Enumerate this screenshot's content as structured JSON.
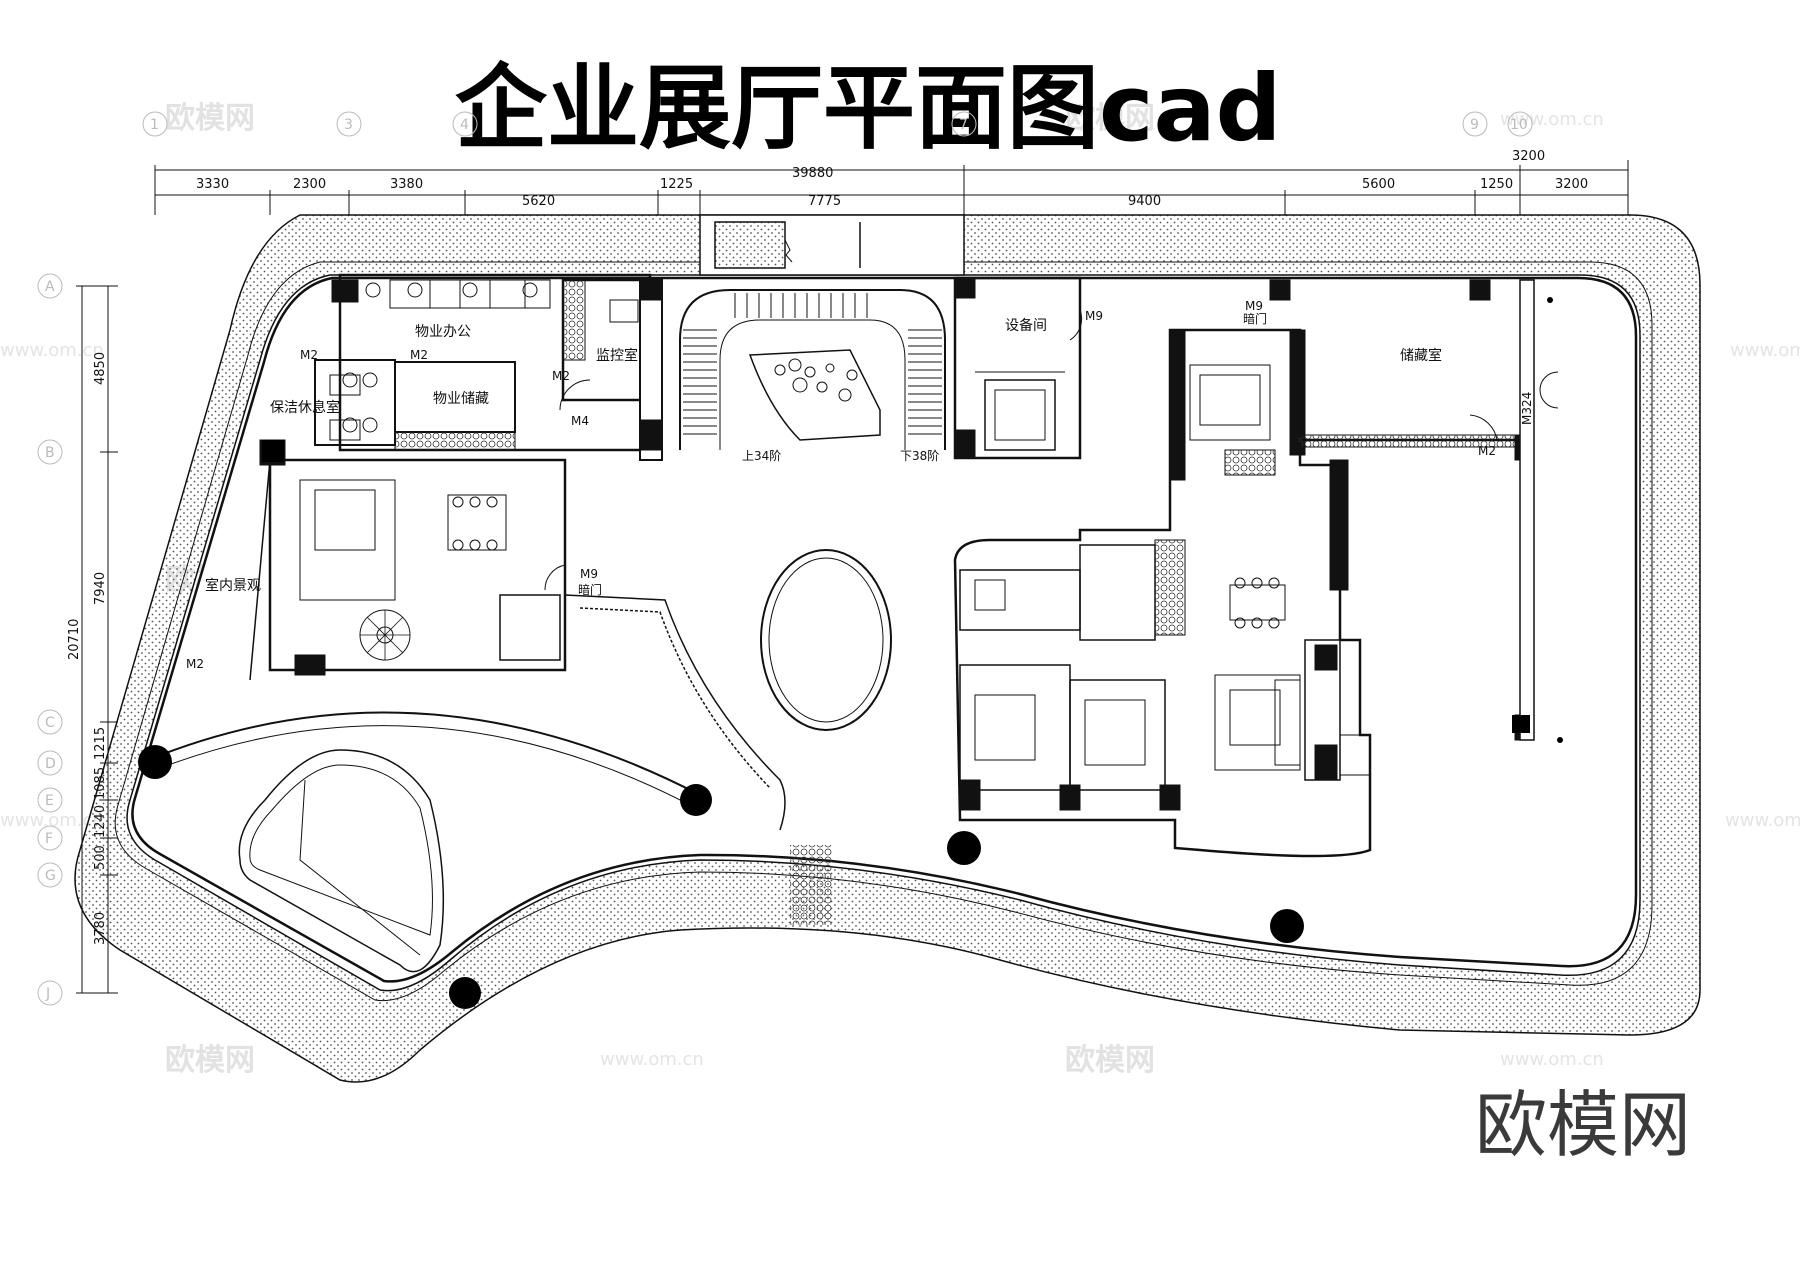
{
  "title": "企业展厅平面图cad",
  "brand_logo": "欧模网",
  "watermarks": {
    "cn": "欧模网",
    "url": "www.om.cn"
  },
  "dimensions": {
    "total": "39880",
    "top_right": "3200",
    "segments": [
      "3330",
      "2300",
      "3380",
      "5620",
      "1225",
      "7775",
      "9400",
      "5600",
      "1250",
      "3200"
    ],
    "left_total": "20710",
    "left_segments": [
      "4850",
      "7940",
      "1215",
      "1085",
      "500",
      "3780"
    ],
    "left_small": "1240"
  },
  "grid_axes": {
    "columns": [
      "1",
      "3",
      "4",
      "7",
      "9",
      "10"
    ],
    "rows": [
      "A",
      "B",
      "C",
      "D",
      "E",
      "F",
      "G",
      "J"
    ]
  },
  "rooms": {
    "office": "物业办公",
    "cleaning": "保洁休息室",
    "storage_small": "物业储藏",
    "monitor": "监控室",
    "equipment": "设备间",
    "storage": "储藏室",
    "landscape": "室内景观"
  },
  "labels": {
    "up_stairs": "上34阶",
    "down_stairs": "下38阶",
    "m2": "M2",
    "m4": "M4",
    "m9": "M9",
    "m324": "M324",
    "hidden_door": "暗门"
  },
  "colors": {
    "line": "#111111",
    "hatch": "#555555",
    "watermark": "#e2e2e2"
  }
}
